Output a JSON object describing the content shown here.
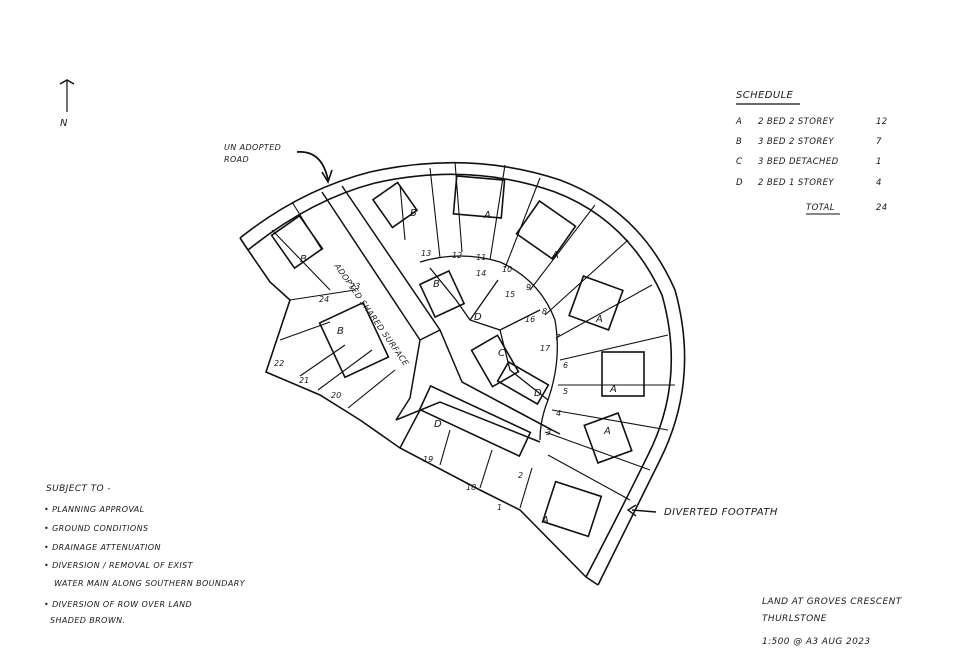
{
  "north_label": "N",
  "annotations": {
    "adopted_road": "Un adopted Road",
    "adopted_shared_surface": "Adopted Shared Surface",
    "diverted_footpath": "Diverted Footpath"
  },
  "schedule": {
    "title": "Schedule",
    "rows": [
      {
        "code": "A",
        "desc": "2 Bed 2 Storey",
        "qty": "12"
      },
      {
        "code": "B",
        "desc": "3 Bed 2 Storey",
        "qty": "7"
      },
      {
        "code": "C",
        "desc": "3 Bed Detached",
        "qty": "1"
      },
      {
        "code": "D",
        "desc": "2 Bed 1 Storey",
        "qty": "4"
      }
    ],
    "total_label": "Total",
    "total_value": "24"
  },
  "conditions": {
    "heading": "Subject to -",
    "items": [
      "Planning approval",
      "Ground conditions",
      "Drainage attenuation",
      "Diversion / removal of exist",
      "water main along southern boundary",
      "Diversion of row over land",
      "shaded brown."
    ]
  },
  "title_block": {
    "line1": "Land at Groves Crescent",
    "line2": "Thurlstone",
    "line3": "1:500 @ A3  Aug 2023"
  },
  "plots": {
    "numbers": [
      "1",
      "2",
      "3",
      "4",
      "5",
      "6",
      "7",
      "8",
      "9",
      "10",
      "11",
      "12",
      "13",
      "14",
      "15",
      "16",
      "17",
      "18",
      "19",
      "20",
      "21",
      "22",
      "23",
      "24"
    ],
    "types": [
      "A",
      "A",
      "A",
      "A",
      "A",
      "A",
      "B",
      "B",
      "B",
      "B",
      "C",
      "D",
      "D",
      "D"
    ]
  }
}
